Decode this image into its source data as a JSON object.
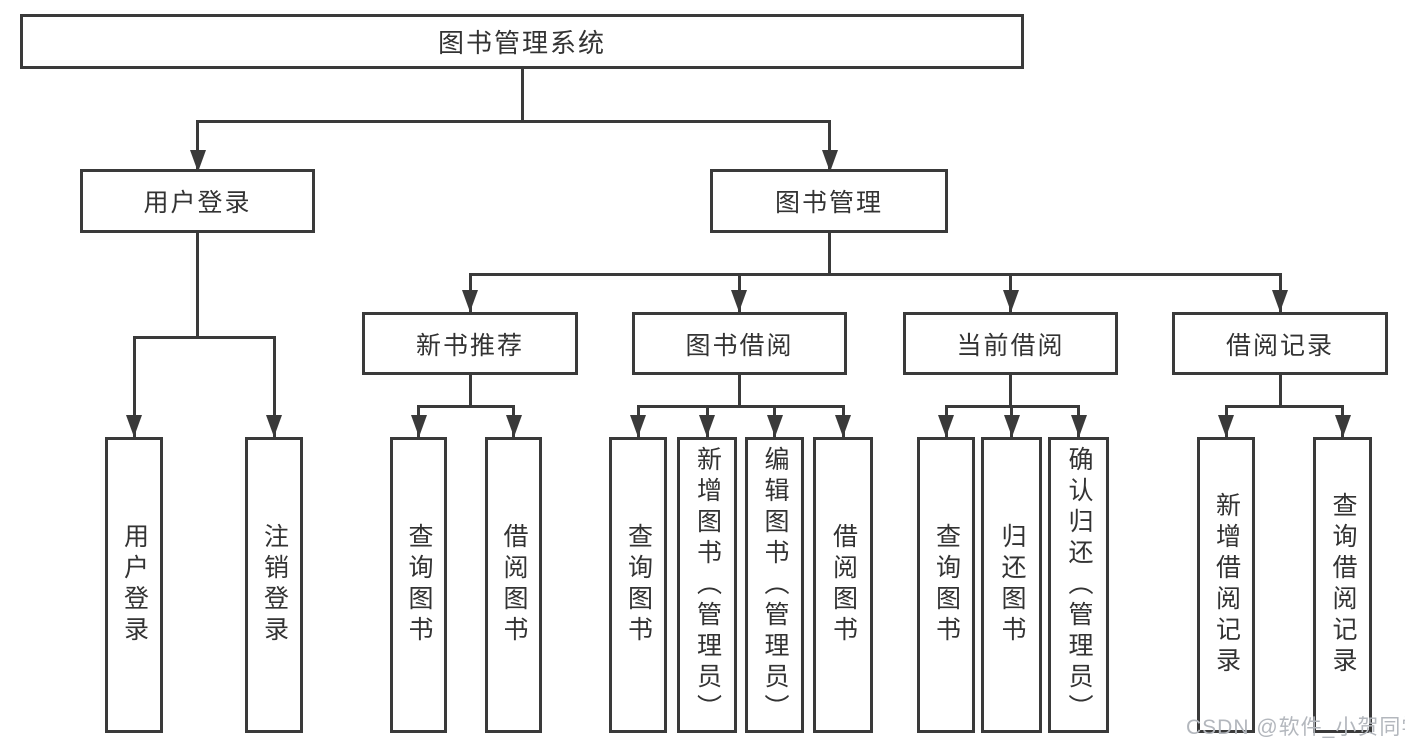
{
  "diagram": {
    "root": "图书管理系统",
    "level2": [
      "用户登录",
      "图书管理"
    ],
    "level3": [
      "新书推荐",
      "图书借阅",
      "当前借阅",
      "借阅记录"
    ],
    "leaves": [
      "用户登录",
      "注销登录",
      "查询图书",
      "借阅图书",
      "查询图书",
      "新增图书（管理员）",
      "编辑图书（管理员）",
      "借阅图书",
      "查询图书",
      "归还图书",
      "确认归还（管理员）",
      "新增借阅记录",
      "查询借阅记录"
    ],
    "watermark": "CSDN @软件_小贺同学",
    "colors": {
      "line": "#3a3a3a",
      "text": "#333333",
      "watermark": "#b3b7bd",
      "background": "#ffffff"
    }
  }
}
